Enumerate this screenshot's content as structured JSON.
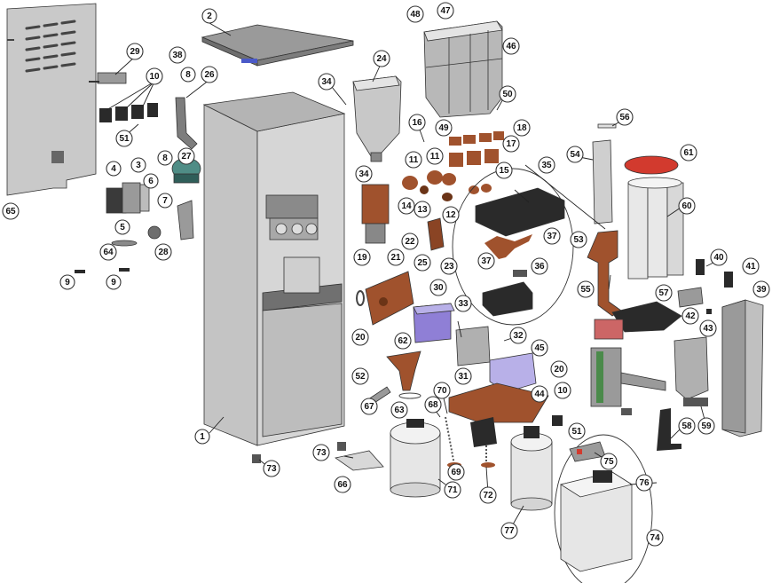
{
  "colors": {
    "panel": "#c9c9c9",
    "cabinet": "#c4c4c4",
    "cabinet_dark": "#8f8f8f",
    "bronze": "#a0522d",
    "bronze_dark": "#6b3417",
    "dark": "#2a2a2a",
    "mid_grey": "#9a9a9a",
    "light_grey": "#e4e4e4",
    "purple": "#8f7fd6",
    "lavender": "#b8b0e8",
    "red": "#d23a2e",
    "teal": "#4f8d86",
    "blue": "#4a59c8"
  },
  "callouts": [
    {
      "id": "1",
      "label": "1"
    },
    {
      "id": "2",
      "label": "2"
    },
    {
      "id": "3",
      "label": "3"
    },
    {
      "id": "4",
      "label": "4"
    },
    {
      "id": "5",
      "label": "5"
    },
    {
      "id": "6",
      "label": "6"
    },
    {
      "id": "7",
      "label": "7"
    },
    {
      "id": "8a",
      "label": "8"
    },
    {
      "id": "8b",
      "label": "8"
    },
    {
      "id": "9a",
      "label": "9"
    },
    {
      "id": "9b",
      "label": "9"
    },
    {
      "id": "10a",
      "label": "10"
    },
    {
      "id": "10b",
      "label": "10"
    },
    {
      "id": "11a",
      "label": "11"
    },
    {
      "id": "11b",
      "label": "11"
    },
    {
      "id": "12",
      "label": "12"
    },
    {
      "id": "13",
      "label": "13"
    },
    {
      "id": "14",
      "label": "14"
    },
    {
      "id": "15",
      "label": "15"
    },
    {
      "id": "16",
      "label": "16"
    },
    {
      "id": "17",
      "label": "17"
    },
    {
      "id": "18",
      "label": "18"
    },
    {
      "id": "19",
      "label": "19"
    },
    {
      "id": "20a",
      "label": "20"
    },
    {
      "id": "20b",
      "label": "20"
    },
    {
      "id": "21",
      "label": "21"
    },
    {
      "id": "22",
      "label": "22"
    },
    {
      "id": "23",
      "label": "23"
    },
    {
      "id": "24",
      "label": "24"
    },
    {
      "id": "25",
      "label": "25"
    },
    {
      "id": "26",
      "label": "26"
    },
    {
      "id": "27",
      "label": "27"
    },
    {
      "id": "28",
      "label": "28"
    },
    {
      "id": "29",
      "label": "29"
    },
    {
      "id": "30",
      "label": "30"
    },
    {
      "id": "31",
      "label": "31"
    },
    {
      "id": "32",
      "label": "32"
    },
    {
      "id": "33",
      "label": "33"
    },
    {
      "id": "34a",
      "label": "34"
    },
    {
      "id": "34b",
      "label": "34"
    },
    {
      "id": "35",
      "label": "35"
    },
    {
      "id": "36",
      "label": "36"
    },
    {
      "id": "37a",
      "label": "37"
    },
    {
      "id": "37b",
      "label": "37"
    },
    {
      "id": "38",
      "label": "38"
    },
    {
      "id": "39",
      "label": "39"
    },
    {
      "id": "40",
      "label": "40"
    },
    {
      "id": "41",
      "label": "41"
    },
    {
      "id": "42",
      "label": "42"
    },
    {
      "id": "43",
      "label": "43"
    },
    {
      "id": "44",
      "label": "44"
    },
    {
      "id": "45",
      "label": "45"
    },
    {
      "id": "46",
      "label": "46"
    },
    {
      "id": "47",
      "label": "47"
    },
    {
      "id": "48",
      "label": "48"
    },
    {
      "id": "49",
      "label": "49"
    },
    {
      "id": "50",
      "label": "50"
    },
    {
      "id": "51a",
      "label": "51"
    },
    {
      "id": "51b",
      "label": "51"
    },
    {
      "id": "52",
      "label": "52"
    },
    {
      "id": "53",
      "label": "53"
    },
    {
      "id": "54",
      "label": "54"
    },
    {
      "id": "55",
      "label": "55"
    },
    {
      "id": "56",
      "label": "56"
    },
    {
      "id": "57",
      "label": "57"
    },
    {
      "id": "58",
      "label": "58"
    },
    {
      "id": "59",
      "label": "59"
    },
    {
      "id": "60",
      "label": "60"
    },
    {
      "id": "61",
      "label": "61"
    },
    {
      "id": "62",
      "label": "62"
    },
    {
      "id": "63",
      "label": "63"
    },
    {
      "id": "64",
      "label": "64"
    },
    {
      "id": "65",
      "label": "65"
    },
    {
      "id": "66",
      "label": "66"
    },
    {
      "id": "67",
      "label": "67"
    },
    {
      "id": "68",
      "label": "68"
    },
    {
      "id": "69",
      "label": "69"
    },
    {
      "id": "70",
      "label": "70"
    },
    {
      "id": "71",
      "label": "71"
    },
    {
      "id": "72",
      "label": "72"
    },
    {
      "id": "73a",
      "label": "73"
    },
    {
      "id": "73b",
      "label": "73"
    },
    {
      "id": "74",
      "label": "74"
    },
    {
      "id": "75",
      "label": "75"
    },
    {
      "id": "76",
      "label": "76"
    },
    {
      "id": "77",
      "label": "77"
    }
  ]
}
